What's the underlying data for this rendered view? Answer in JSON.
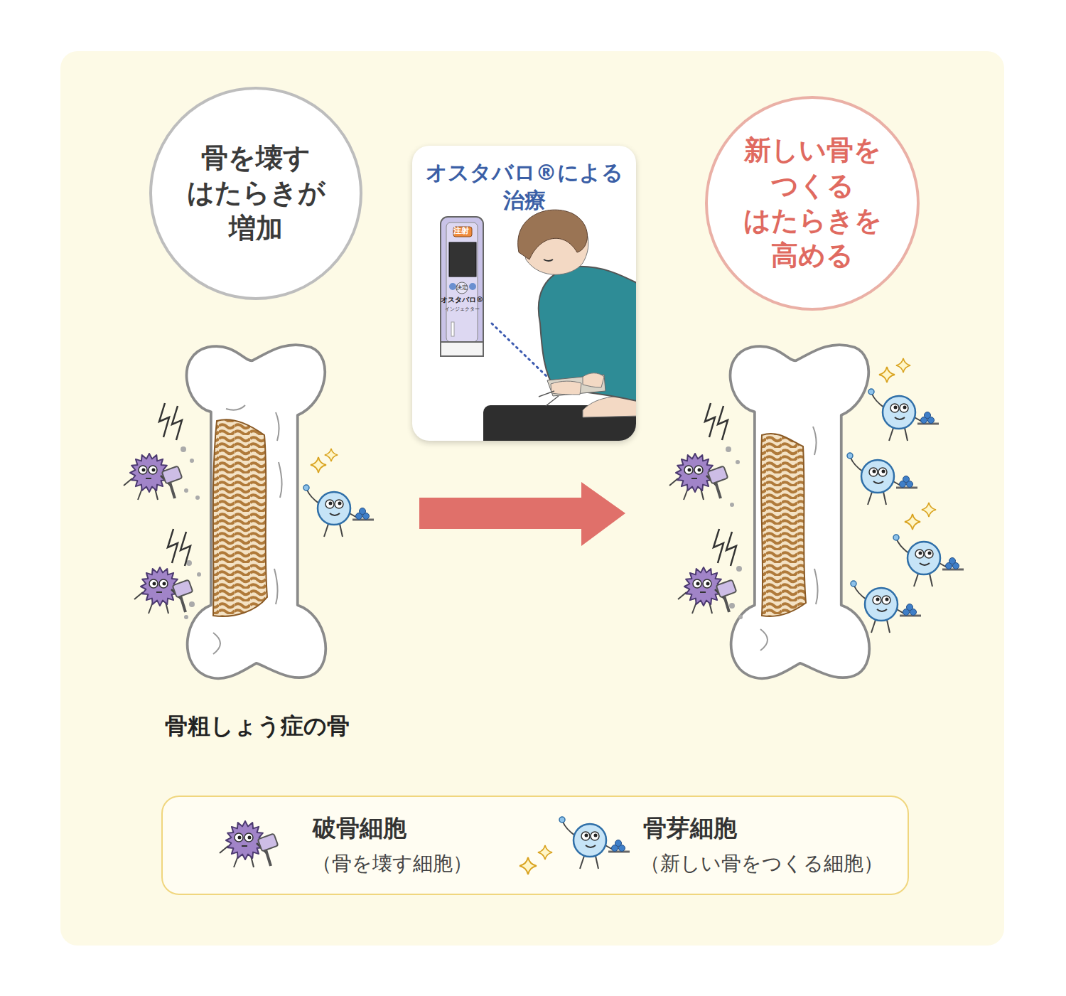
{
  "diagram": {
    "nodes": [
      {
        "text": [
          "骨を壊す はたらきが 増加"
        ]
      },
      {
        "text": [
          "オスタバロ®による 治療"
        ]
      },
      {
        "text": [
          "新しい骨を つくる はたらきを 高める"
        ]
      }
    ],
    "labels": [
      "注射",
      "決定",
      "オスタバロ®",
      "インジェクター",
      "骨粗しょう症の骨",
      "（骨を壊す細胞）",
      "（新しい骨をつくる細胞）"
    ],
    "legend": [
      {
        "text": "破骨細胞"
      },
      {
        "text": "骨芽細胞"
      }
    ]
  }
}
